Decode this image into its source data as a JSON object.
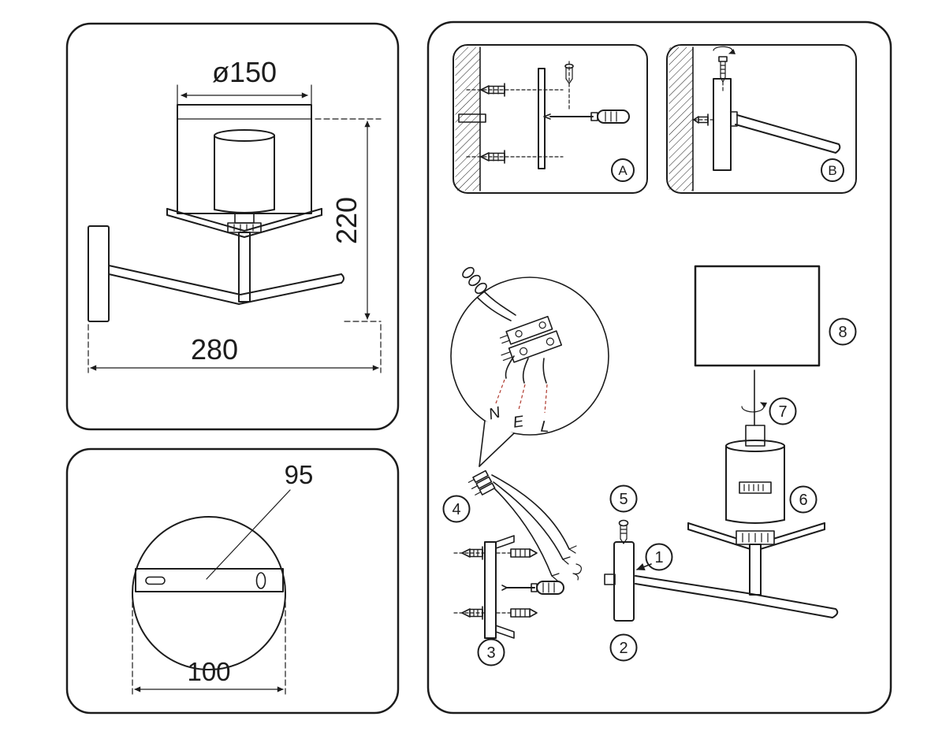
{
  "colors": {
    "ink": "#1c1c1c",
    "paper": "#ffffff",
    "wire_leader_red": "#b03a2e"
  },
  "front_view": {
    "diameter": "ø150",
    "height": "220",
    "depth": "280"
  },
  "base_view": {
    "hole_spacing": "95",
    "base_diameter": "100"
  },
  "assembly": {
    "inset_a_label": "A",
    "inset_b_label": "B",
    "wire_labels": {
      "neutral": "N",
      "earth": "E",
      "live": "L"
    },
    "part_labels": {
      "p1": "1",
      "p2": "2",
      "p3": "3",
      "p4": "4",
      "p5": "5",
      "p6": "6",
      "p7": "7",
      "p8": "8"
    }
  }
}
